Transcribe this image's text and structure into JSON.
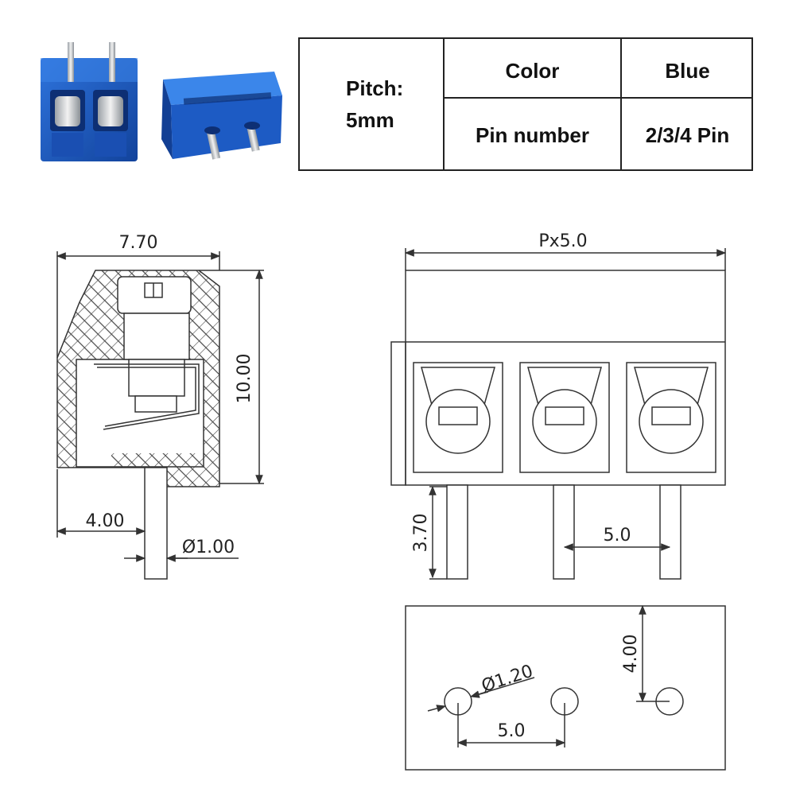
{
  "spec_table": {
    "pitch_label": "Pitch:",
    "pitch_value": "5mm",
    "color_label": "Color",
    "color_value": "Blue",
    "pin_label": "Pin number",
    "pin_value": "2/3/4 Pin"
  },
  "side_view": {
    "width_dim": "7.70",
    "height_dim": "10.00",
    "pin_offset_dim": "4.00",
    "pin_diameter_dim": "Ø1.00"
  },
  "front_view": {
    "pitch_dim": "Px5.0",
    "pin_length_dim": "3.70",
    "pin_spacing_dim": "5.0"
  },
  "footprint_view": {
    "hole_diameter_dim": "Ø1.20",
    "hole_spacing_dim": "5.0",
    "hole_offset_dim": "4.00"
  },
  "colors": {
    "terminal_blue": "#1f5fc8",
    "terminal_blue_dark": "#123f94",
    "line": "#333333"
  }
}
